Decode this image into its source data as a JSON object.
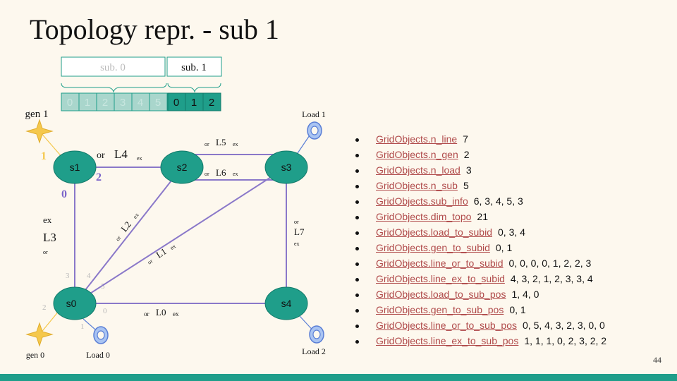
{
  "title": "Topology repr. - sub 1",
  "colors": {
    "node": "#1f9e8a",
    "line": "#8a78c9",
    "gen": "#f5c84c",
    "load": "#5b7fd6",
    "accent_bar": "#1f9e8a",
    "list_link": "#b04a4a"
  },
  "topo_vector": {
    "sub0_label": "sub. 0",
    "sub1_label": "sub. 1",
    "sub0_cells": [
      "0",
      "1",
      "2",
      "3",
      "4",
      "5"
    ],
    "sub1_cells": [
      "0",
      "1",
      "2"
    ]
  },
  "nodes": {
    "s0": "s0",
    "s1": "s1",
    "s2": "s2",
    "s3": "s3",
    "s4": "s4"
  },
  "gens": {
    "gen0": "gen 0",
    "gen1": "gen 1"
  },
  "loads": {
    "load0": "Load 0",
    "load1": "Load 1",
    "load2": "Load 2"
  },
  "lines": {
    "L0": {
      "or": "or",
      "name": "L0",
      "ex": "ex"
    },
    "L1": {
      "or": "or",
      "name": "L1",
      "ex": "ex"
    },
    "L2": {
      "or": "or",
      "name": "L2",
      "ex": "ex"
    },
    "L3": {
      "or": "or",
      "name": "L3",
      "ex": "ex"
    },
    "L4": {
      "or": "or",
      "name": "L4",
      "ex": "ex"
    },
    "L5": {
      "or": "or",
      "name": "L5",
      "ex": "ex"
    },
    "L6": {
      "or": "or",
      "name": "L6",
      "ex": "ex"
    },
    "L7": {
      "or": "or",
      "name": "L7",
      "ex": "ex"
    }
  },
  "positions": {
    "s1": {
      "gen1": "1",
      "L4": "2",
      "L3": "0"
    },
    "s0": {
      "L3": "3",
      "L2": "4",
      "L1": "5",
      "gen0": "2",
      "L0": "0",
      "load0": "1"
    }
  },
  "grid_objects": [
    {
      "name": "GridObjects.n_line",
      "value": "7"
    },
    {
      "name": "GridObjects.n_gen",
      "value": "2"
    },
    {
      "name": "GridObjects.n_load",
      "value": "3"
    },
    {
      "name": "GridObjects.n_sub",
      "value": "5"
    },
    {
      "name": "GridObjects.sub_info",
      "value": "6, 3, 4, 5, 3"
    },
    {
      "name": "GridObjects.dim_topo",
      "value": "21"
    },
    {
      "name": "GridObjects.load_to_subid",
      "value": "0, 3, 4"
    },
    {
      "name": "GridObjects.gen_to_subid",
      "value": "0, 1"
    },
    {
      "name": "GridObjects.line_or_to_subid",
      "value": "0, 0, 0, 0, 1, 2, 2, 3"
    },
    {
      "name": "GridObjects.line_ex_to_subid",
      "value": "4, 3, 2, 1, 2, 3, 3, 4"
    },
    {
      "name": "GridObjects.load_to_sub_pos",
      "value": "1, 4, 0"
    },
    {
      "name": "GridObjects.gen_to_sub_pos",
      "value": "0, 1"
    },
    {
      "name": "GridObjects.line_or_to_sub_pos",
      "value": "0, 5, 4, 3, 2, 3, 0, 0"
    },
    {
      "name": "GridObjects.line_ex_to_sub_pos",
      "value": "1, 1, 1, 0, 2, 3, 2, 2"
    }
  ],
  "page_number": "44"
}
